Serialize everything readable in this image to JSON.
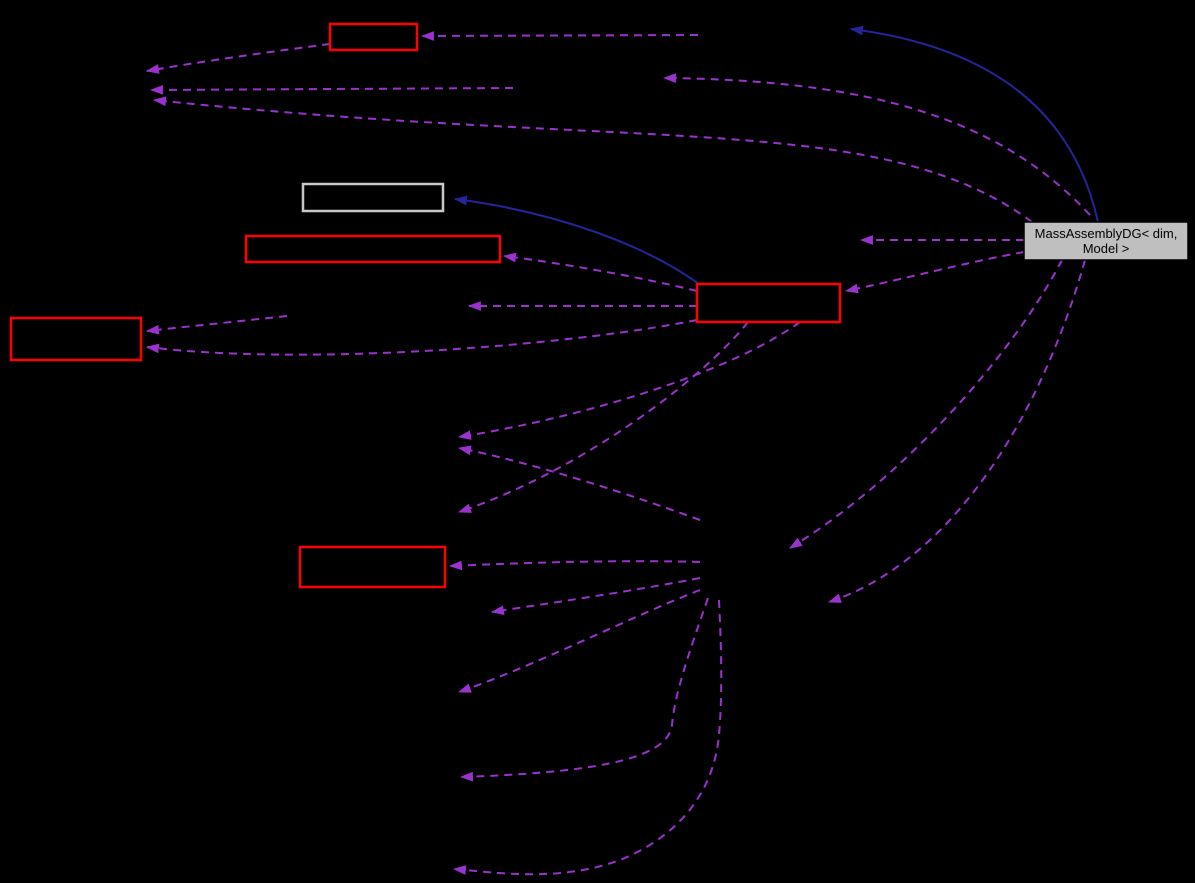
{
  "diagram": {
    "kind": "doxygen-collaboration-graph",
    "background_color": "#000000",
    "main_node": {
      "full_label": "MassAssemblyDG< dim, Model >",
      "label_line1": "MassAssemblyDG< dim,",
      "label_line2": "Model >",
      "fill": "#bfbfbf",
      "border_color": "#000000",
      "text_color": "#000000"
    },
    "colors": {
      "red_node_border": "#ff0000",
      "gray_node_border": "#c8c8c8",
      "dashed_edge": "#9a32cd",
      "solid_edge": "#24249b"
    },
    "nodes": [
      {
        "id": "node-top",
        "label": "",
        "border": "red"
      },
      {
        "id": "node-grayborder",
        "label": "",
        "border": "gray"
      },
      {
        "id": "node-wide",
        "label": "",
        "border": "red"
      },
      {
        "id": "node-left",
        "label": "",
        "border": "red"
      },
      {
        "id": "node-center",
        "label": "",
        "border": "red"
      },
      {
        "id": "node-lower",
        "label": "",
        "border": "red"
      },
      {
        "id": "main-node",
        "label": "MassAssemblyDG< dim, Model >",
        "border": "black"
      }
    ],
    "edge_styles": {
      "dashed": "usage (dashed, purple)",
      "solid": "inheritance (solid, blue)"
    }
  }
}
